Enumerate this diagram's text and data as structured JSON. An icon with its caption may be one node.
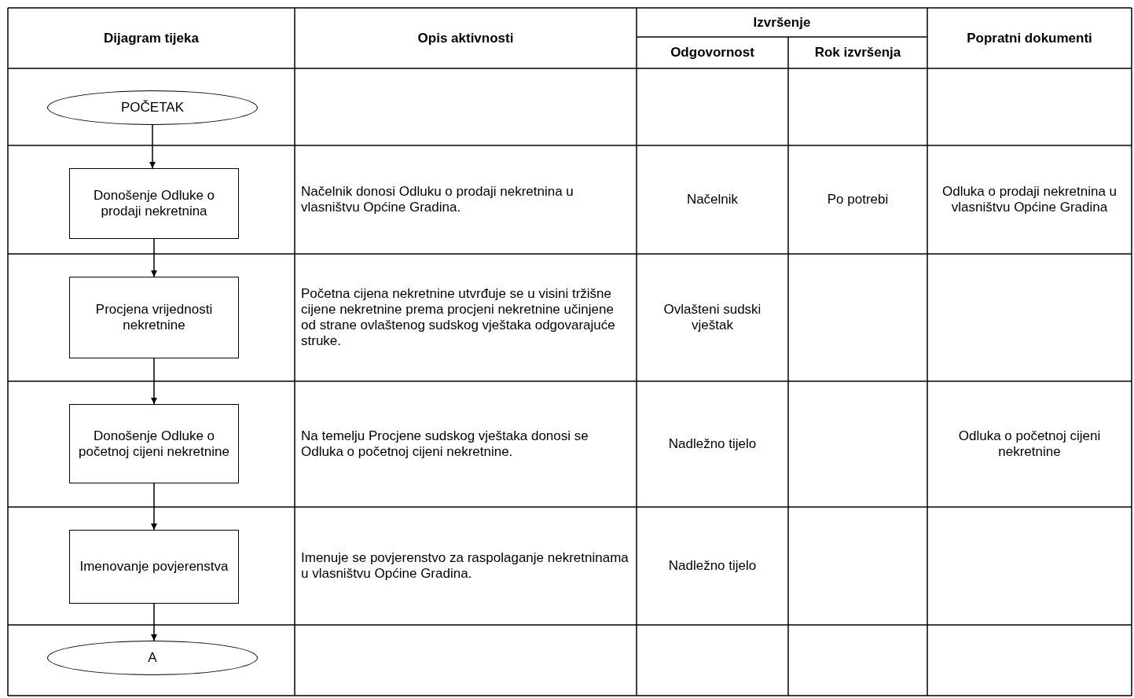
{
  "diagram": {
    "nodes": [
      {
        "text": [
          "POČETAK"
        ]
      },
      {
        "text": [
          "Donošenje Odluke o prodaji nekretnina"
        ]
      },
      {
        "text": [
          "Procjena vrijednosti nekretnine"
        ]
      },
      {
        "text": [
          "Donošenje Odluke o početnoj cijeni nekretnine"
        ]
      },
      {
        "text": [
          "Imenovanje povjerenstva"
        ]
      },
      {
        "text": [
          "A"
        ]
      }
    ],
    "edges": [
      {
        "from": 0,
        "to": 1,
        "arrow": "to"
      },
      {
        "from": 1,
        "to": 2,
        "arrow": "to"
      },
      {
        "from": 2,
        "to": 3,
        "arrow": "to"
      },
      {
        "from": 3,
        "to": 4,
        "arrow": "to"
      },
      {
        "from": 4,
        "to": 5,
        "arrow": "to"
      }
    ],
    "labels": [
      "Dijagram tijeka",
      "Opis aktivnosti",
      "Izvršenje",
      "Popratni dokumenti",
      "Odgovornost",
      "Rok izvršenja",
      "Načelnik donosi Odluku o prodaji nekretnina u vlasništvu Općine Gradina.",
      "Načelnik",
      "Po potrebi",
      "Odluka o prodaji nekretnina u vlasništvu Općine Gradina",
      "Početna cijena nekretnine utvrđuje se u visini tržišne cijene nekretnine prema procjeni nekretnine učinjene od strane ovlaštenog sudskog vještaka odgovarajuće struke.",
      "Ovlašteni sudski vještak",
      "Na temelju Procjene sudskog vještaka donosi se Odluka o početnoj cijeni nekretnine.",
      "Nadležno tijelo",
      "Odluka o početnoj cijeni nekretnine",
      "Imenuje se povjerenstvo za raspolaganje nekretninama u vlasništvu Općine Gradina.",
      "Nadležno tijelo"
    ]
  }
}
